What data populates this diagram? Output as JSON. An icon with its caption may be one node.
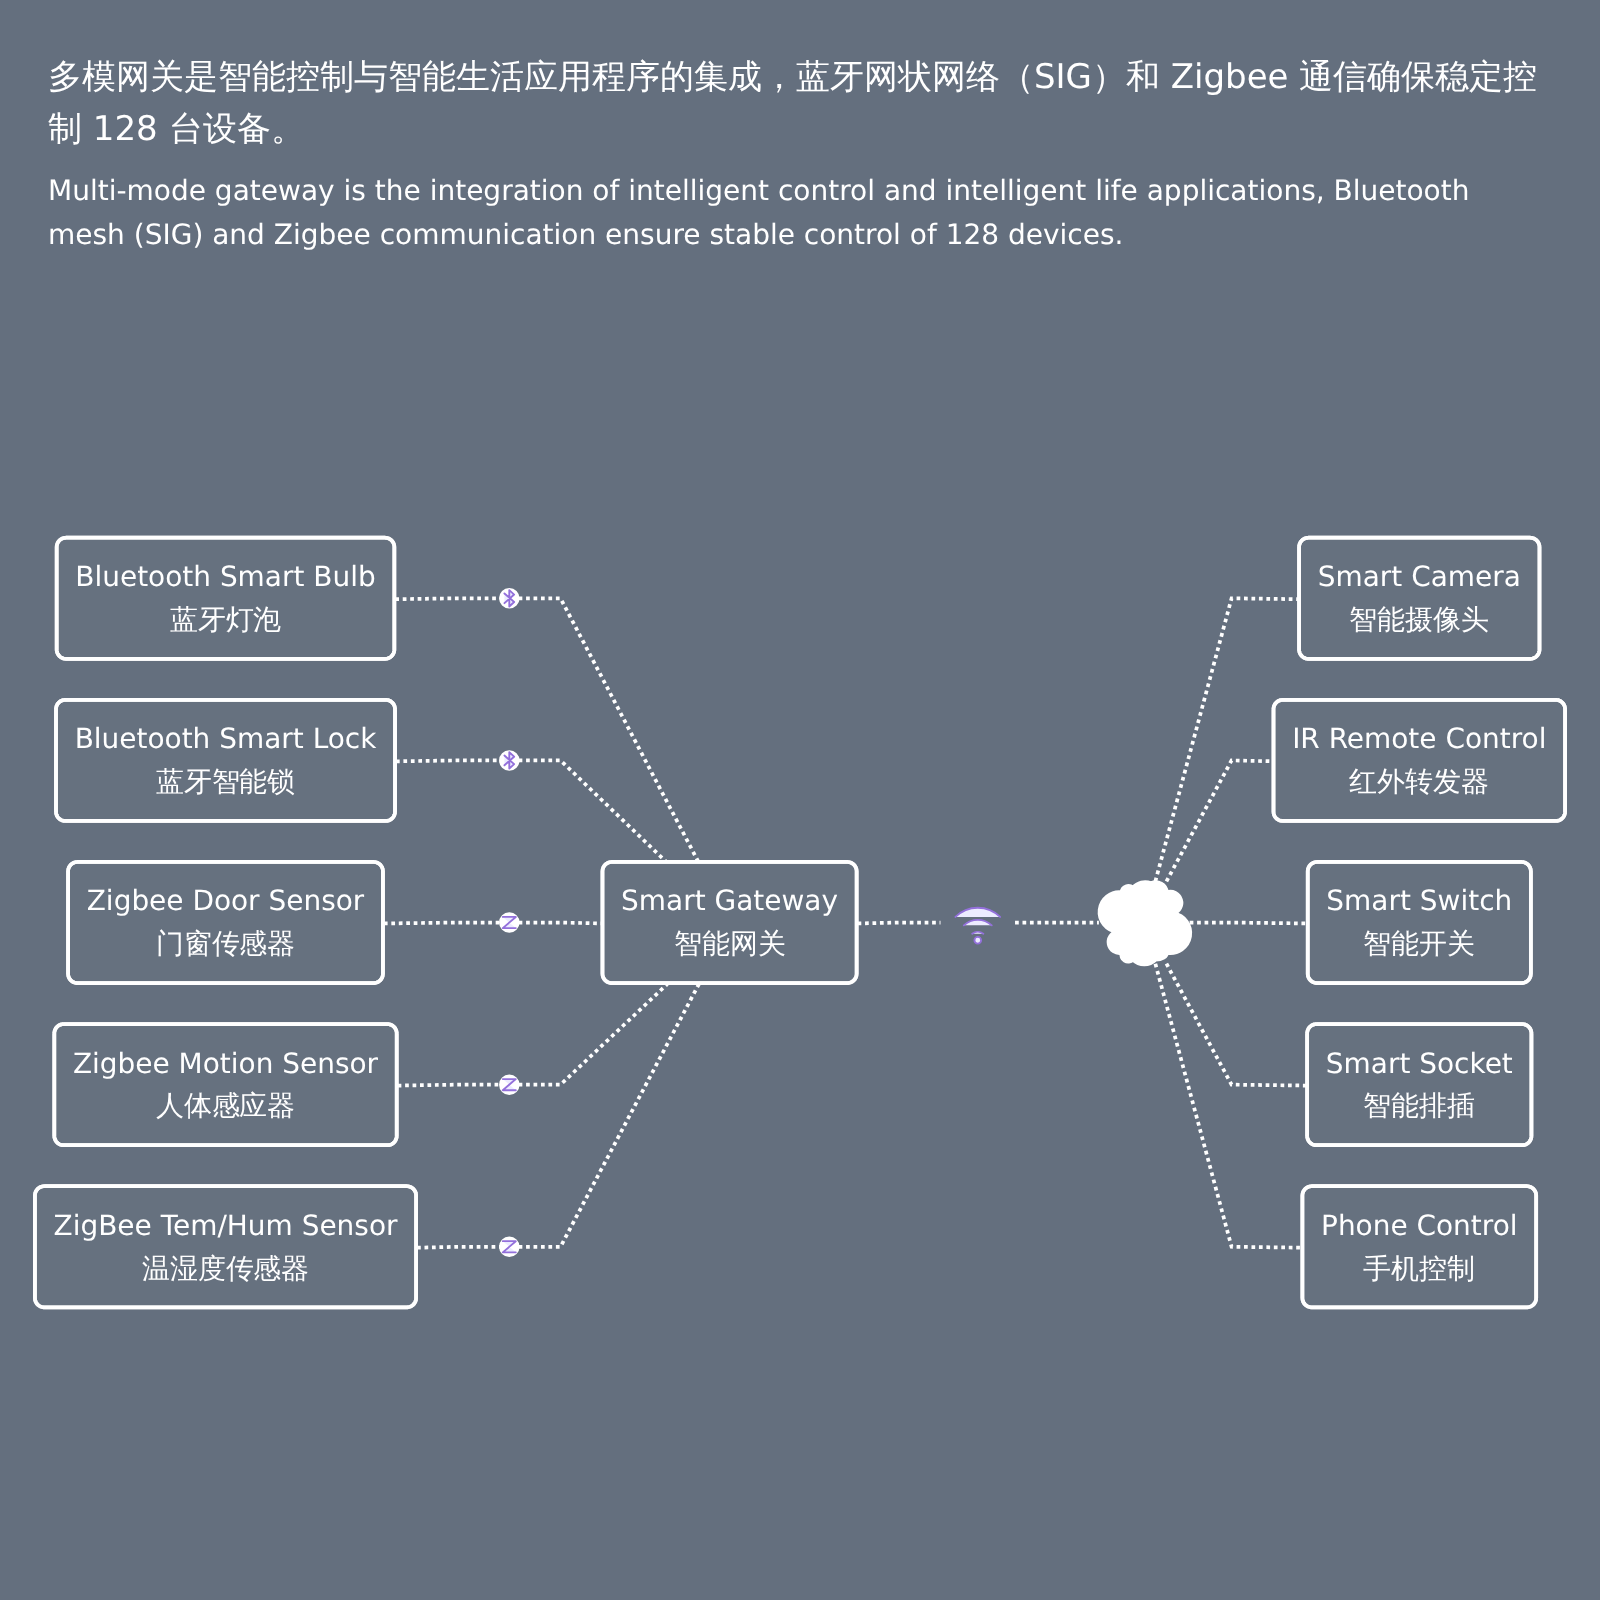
{
  "diagram": {
    "title": "多模网关是智能控制与智能生活应用程序的集成，蓝牙网状网络（SIG）和 Zigbee 通信确保稳定控制 128 台设备。",
    "nodes": [
      {
        "text": [
          "Bluetooth Smart Bulb",
          "蓝牙灯泡"
        ]
      },
      {
        "text": [],
        "shape": "circle"
      },
      {
        "text": [
          "Bluetooth Smart Lock",
          "蓝牙智能锁"
        ]
      },
      {
        "text": [],
        "shape": "circle"
      },
      {
        "text": [
          "Zigbee Door Sensor",
          "门窗传感器"
        ]
      },
      {
        "text": [],
        "shape": "circle"
      },
      {
        "text": [
          "Zigbee Motion Sensor",
          "人体感应器"
        ]
      },
      {
        "text": [],
        "shape": "circle"
      },
      {
        "text": [
          "ZigBee Tem/Hum Sensor",
          "温湿度传感器"
        ]
      },
      {
        "text": [],
        "shape": "circle"
      },
      {
        "text": [
          "Smart Gateway",
          "智能网关"
        ]
      },
      {
        "text": [],
        "shape": "picture"
      },
      {
        "text": [],
        "shape": "cloud"
      },
      {
        "text": [
          "Smart Camera",
          "智能摄像头"
        ]
      },
      {
        "text": [
          "IR Remote Control",
          "红外转发器"
        ]
      },
      {
        "text": [
          "Smart Switch",
          "智能开关"
        ]
      },
      {
        "text": [
          "Smart Socket",
          "智能排插"
        ]
      },
      {
        "text": [
          "Phone Control",
          "手机控制"
        ]
      }
    ],
    "edges": [
      {
        "from": 0,
        "to": 1,
        "arrow": "none",
        "style": "dashed"
      },
      {
        "from": 1,
        "to": 10,
        "arrow": "none",
        "style": "dashed"
      },
      {
        "from": 2,
        "to": 3,
        "arrow": "none",
        "style": "dashed"
      },
      {
        "from": 3,
        "to": 10,
        "arrow": "none",
        "style": "dashed"
      },
      {
        "from": 4,
        "to": 5,
        "arrow": "none",
        "style": "dashed"
      },
      {
        "from": 5,
        "to": 10,
        "arrow": "none",
        "style": "dashed"
      },
      {
        "from": 6,
        "to": 7,
        "arrow": "none",
        "style": "dashed"
      },
      {
        "from": 7,
        "to": 10,
        "arrow": "none",
        "style": "dashed"
      },
      {
        "from": 8,
        "to": 9,
        "arrow": "none",
        "style": "dashed"
      },
      {
        "from": 9,
        "to": 10,
        "arrow": "none",
        "style": "dashed"
      },
      {
        "from": 10,
        "to": 11,
        "arrow": "none",
        "style": "dashed"
      },
      {
        "from": 11,
        "to": 12,
        "arrow": "none",
        "style": "dashed"
      },
      {
        "from": 12,
        "to": 13,
        "arrow": "none",
        "style": "dashed"
      },
      {
        "from": 12,
        "to": 14,
        "arrow": "none",
        "style": "dashed"
      },
      {
        "from": 12,
        "to": 15,
        "arrow": "none",
        "style": "dashed"
      },
      {
        "from": 12,
        "to": 16,
        "arrow": "none",
        "style": "dashed"
      },
      {
        "from": 12,
        "to": 17,
        "arrow": "none",
        "style": "dashed"
      }
    ],
    "labels": [
      "Multi-mode gateway is the integration of intelligent control and intelligent life applications, Bluetooth mesh (SIG) and Zigbee communication ensure stable control of 128 devices."
    ]
  }
}
